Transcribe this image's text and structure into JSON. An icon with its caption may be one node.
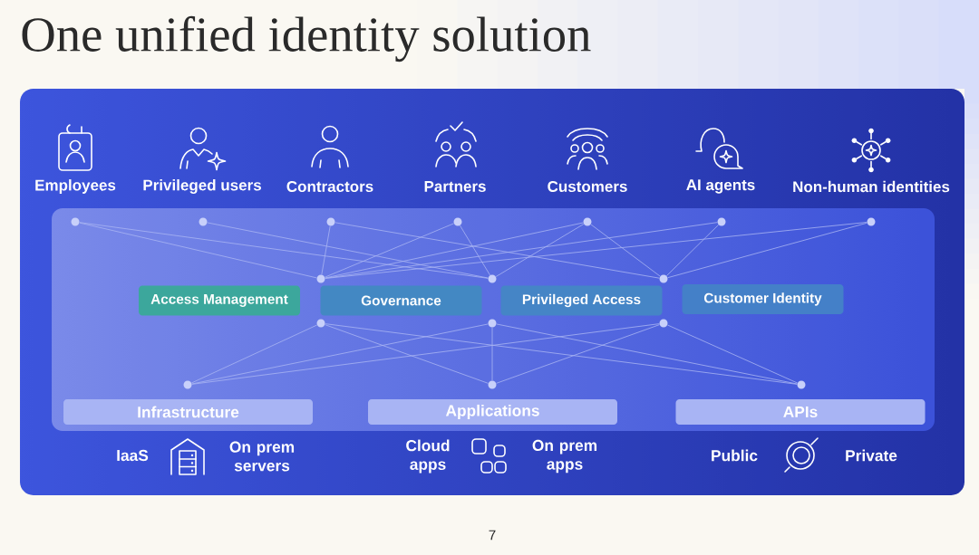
{
  "diagram": {
    "title": "One unified identity solution",
    "nodes": [
      {
        "text": [],
        "shape": "circle",
        "beside": [
          "Employees"
        ]
      },
      {
        "text": [],
        "shape": "circle",
        "beside": [
          "Privileged users"
        ]
      },
      {
        "text": [],
        "shape": "circle",
        "beside": [
          "Contractors"
        ]
      },
      {
        "text": [],
        "shape": "circle",
        "beside": [
          "Partners"
        ]
      },
      {
        "text": [],
        "shape": "circle",
        "beside": [
          "Customers"
        ]
      },
      {
        "text": [],
        "shape": "circle",
        "beside": [
          "AI agents"
        ]
      },
      {
        "text": [],
        "shape": "circle",
        "beside": [
          "Non-human identities"
        ]
      },
      {
        "text": [],
        "shape": "circle"
      },
      {
        "text": [],
        "shape": "circle"
      },
      {
        "text": [],
        "shape": "circle"
      },
      {
        "text": [
          "Access Management"
        ]
      },
      {
        "text": [
          "Governance"
        ]
      },
      {
        "text": [
          "Privileged Access"
        ]
      },
      {
        "text": [
          "Customer Identity"
        ]
      },
      {
        "text": [],
        "shape": "circle"
      },
      {
        "text": [],
        "shape": "circle"
      },
      {
        "text": [],
        "shape": "circle"
      },
      {
        "text": [],
        "shape": "circle"
      },
      {
        "text": [],
        "shape": "circle"
      },
      {
        "text": [],
        "shape": "circle"
      },
      {
        "text": [
          "Infrastructure"
        ]
      },
      {
        "text": [
          "Applications"
        ]
      },
      {
        "text": [
          "APIs"
        ]
      }
    ],
    "edges": [
      {
        "from": 0,
        "to": 7,
        "arrow": "none"
      },
      {
        "from": 0,
        "to": 8,
        "arrow": "none"
      },
      {
        "from": 1,
        "to": 8,
        "arrow": "none"
      },
      {
        "from": 2,
        "to": 7,
        "arrow": "none"
      },
      {
        "from": 2,
        "to": 9,
        "arrow": "none"
      },
      {
        "from": 3,
        "to": 7,
        "arrow": "none"
      },
      {
        "from": 3,
        "to": 8,
        "arrow": "none"
      },
      {
        "from": 4,
        "to": 7,
        "arrow": "none"
      },
      {
        "from": 4,
        "to": 8,
        "arrow": "none"
      },
      {
        "from": 4,
        "to": 9,
        "arrow": "none"
      },
      {
        "from": 5,
        "to": 7,
        "arrow": "none"
      },
      {
        "from": 5,
        "to": 9,
        "arrow": "none"
      },
      {
        "from": 6,
        "to": 7,
        "arrow": "none"
      },
      {
        "from": 6,
        "to": 9,
        "arrow": "none"
      },
      {
        "from": 14,
        "to": 17,
        "arrow": "none"
      },
      {
        "from": 14,
        "to": 18,
        "arrow": "none"
      },
      {
        "from": 14,
        "to": 19,
        "arrow": "none"
      },
      {
        "from": 15,
        "to": 17,
        "arrow": "none"
      },
      {
        "from": 15,
        "to": 18,
        "arrow": "none"
      },
      {
        "from": 15,
        "to": 19,
        "arrow": "none"
      },
      {
        "from": 16,
        "to": 17,
        "arrow": "none"
      },
      {
        "from": 16,
        "to": 18,
        "arrow": "none"
      },
      {
        "from": 16,
        "to": 19,
        "arrow": "none"
      }
    ],
    "labels": [
      "IaaS",
      "On prem servers",
      "Cloud apps",
      "On prem apps",
      "Public",
      "Private",
      "7"
    ]
  }
}
